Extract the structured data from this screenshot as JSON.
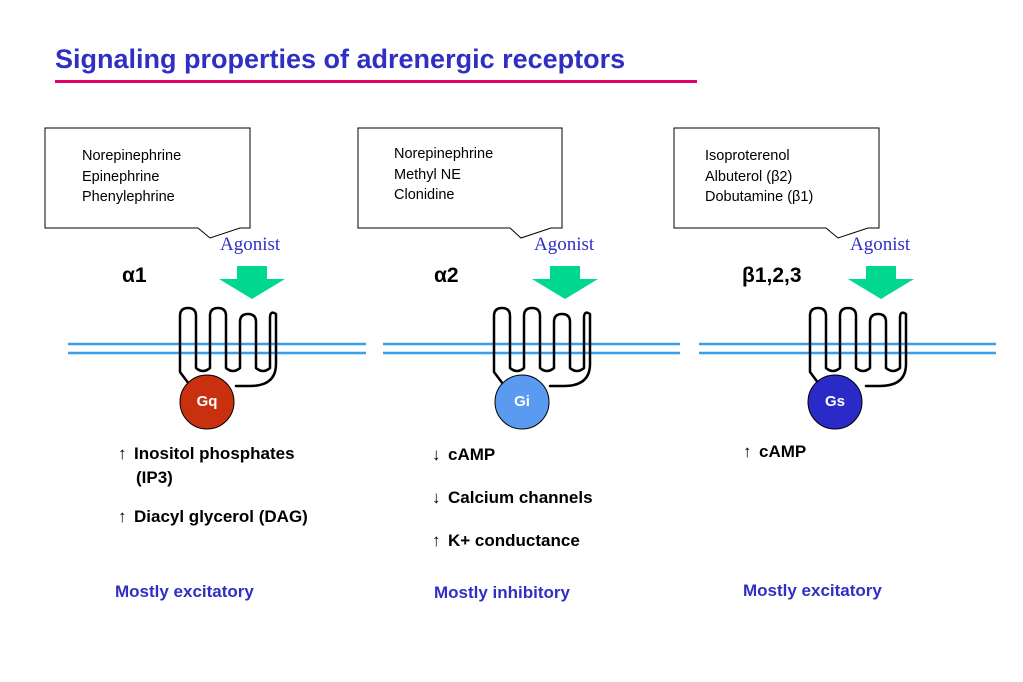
{
  "title": "Signaling properties of adrenergic receptors",
  "colors": {
    "title": "#2f2fc4",
    "underline": "#e0006a",
    "membrane": "#3a9ee8",
    "arrow": "#00d890",
    "gq": "#c83010",
    "gi": "#5a9af0",
    "gs": "#2a2ac8"
  },
  "panels": [
    {
      "agonists": [
        "Norepinephrine",
        "Epinephrine",
        "Phenylephrine"
      ],
      "agonist_label": "Agonist",
      "subtype": "α1",
      "g_protein": "Gq",
      "effects": [
        {
          "arrow": "↑",
          "line1": "Inositol phosphates",
          "line2": "(IP3)"
        },
        {
          "arrow": "↑",
          "line1": "Diacyl glycerol (DAG)"
        }
      ],
      "summary": "Mostly excitatory"
    },
    {
      "agonists": [
        "Norepinephrine",
        "Methyl NE",
        "Clonidine"
      ],
      "agonist_label": "Agonist",
      "subtype": "α2",
      "g_protein": "Gi",
      "effects": [
        {
          "arrow": "↓",
          "line1": "cAMP"
        },
        {
          "arrow": "↓",
          "line1": "Calcium channels"
        },
        {
          "arrow": "↑",
          "line1": "K+ conductance"
        }
      ],
      "summary": "Mostly inhibitory"
    },
    {
      "agonists": [
        "Isoproterenol",
        "Albuterol (β2)",
        "Dobutamine (β1)"
      ],
      "agonist_label": "Agonist",
      "subtype": "β1,2,3",
      "g_protein": "Gs",
      "effects": [
        {
          "arrow": "↑",
          "line1": "cAMP"
        }
      ],
      "summary": "Mostly excitatory"
    }
  ]
}
